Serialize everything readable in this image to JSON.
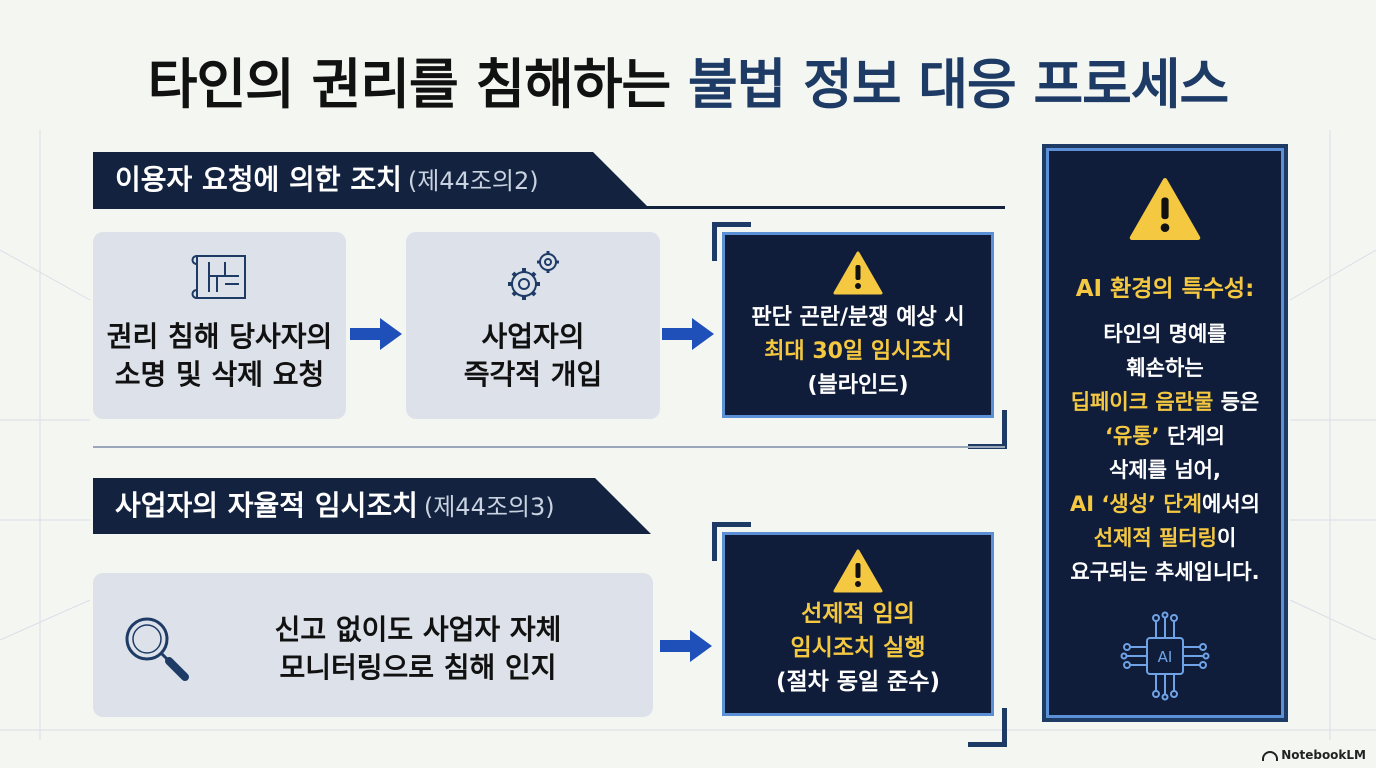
{
  "title": {
    "main": "타인의 권리를 침해하는 ",
    "accent": "불법 정보 대응 프로세스"
  },
  "section1": {
    "label": "이용자 요청에 의한 조치",
    "sub": "(제44조의2)"
  },
  "section2": {
    "label": "사업자의 자율적 임시조치",
    "sub": "(제44조의3)"
  },
  "step1": {
    "icon": "blueprint-icon",
    "line1": "권리 침해 당사자의",
    "line2": "소명 및 삭제 요청"
  },
  "step2": {
    "icon": "gears-icon",
    "line1": "사업자의",
    "line2": "즉각적 개입"
  },
  "step3": {
    "icon": "warning-icon",
    "line1": "판단 곤란/분쟁 예상 시",
    "line2": "최대 30일 임시조치",
    "line3": "(블라인드)"
  },
  "step4": {
    "icon": "magnifier-icon",
    "line1": "신고 없이도 사업자 자체",
    "line2": "모니터링으로 침해 인지"
  },
  "step5": {
    "icon": "warning-icon",
    "line1": "선제적 임의",
    "line2": "임시조치 실행",
    "line3": "(절차 동일 준수)"
  },
  "side": {
    "icon": "warning-icon",
    "title": "AI 환경의 특수성:",
    "l1": "타인의 명예를",
    "l2": "훼손하는",
    "l3a": "딥페이크 음란물",
    "l3b": " 등은",
    "l4a": "‘유통’",
    "l4b": " 단계의",
    "l5": "삭제를 넘어,",
    "l6a": "AI ‘생성’ 단계",
    "l6b": "에서의",
    "l7a": "선제적 필터링",
    "l7b": "이",
    "l8": "요구되는 추세입니다.",
    "chip_icon": "ai-chip-icon"
  },
  "brand": "NotebookLM",
  "colors": {
    "navy": "#13223f",
    "accent": "#1e3b66",
    "yellow": "#f5c842",
    "border": "#5b8fd6",
    "arrow": "#1f4fb8"
  }
}
